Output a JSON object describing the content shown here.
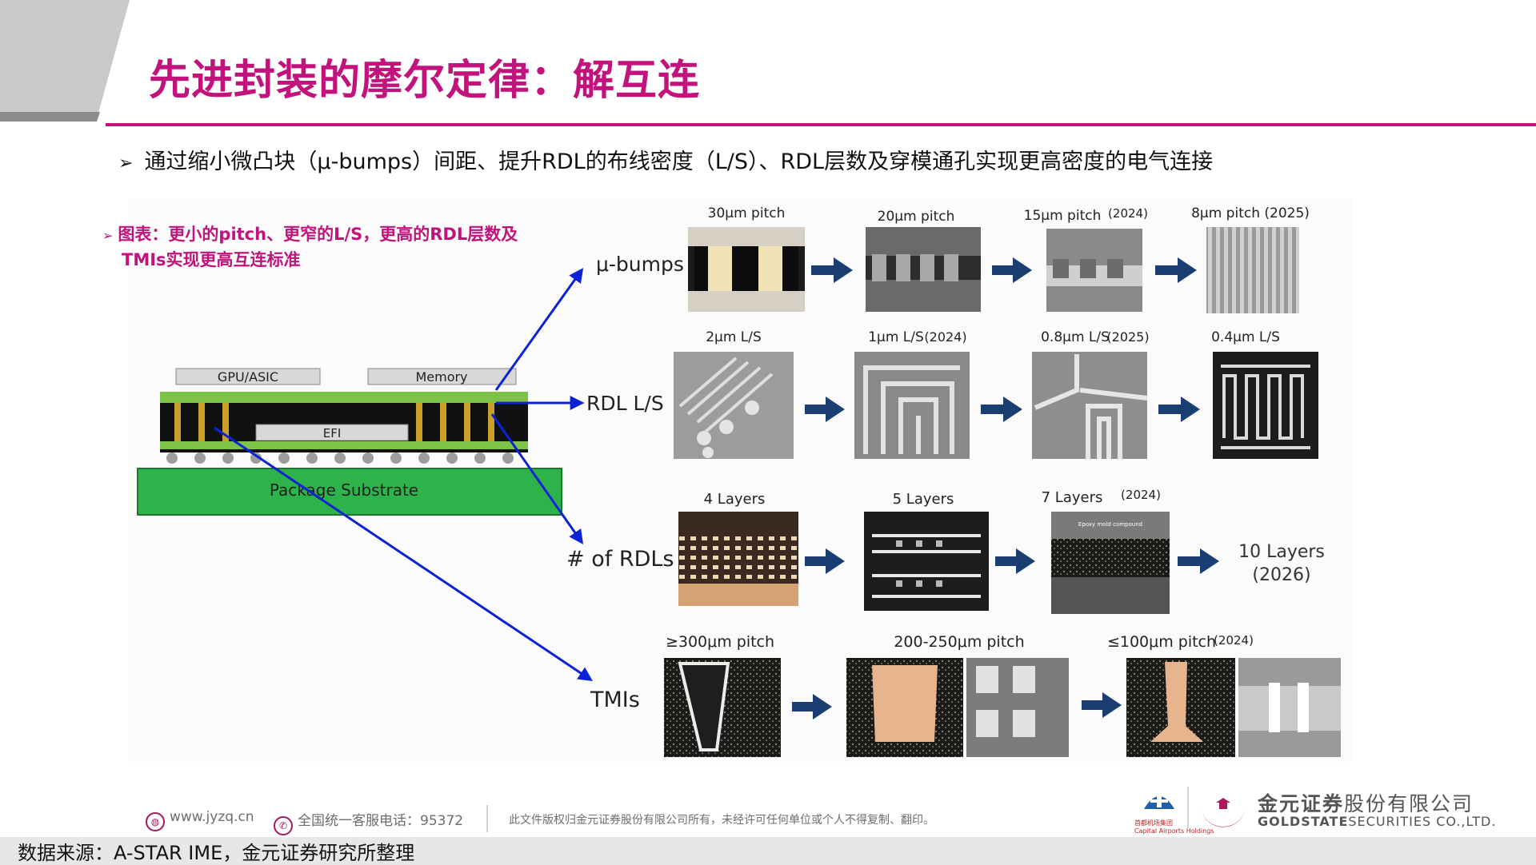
{
  "slide": {
    "title": "先进封装的摩尔定律：解互连",
    "bullet_marker": "➢",
    "bullet": "通过缩小微凸块（μ-bumps）间距、提升RDL的布线密度（L/S）、RDL层数及穿模通孔实现更高密度的电气连接",
    "accent_color": "#c2137c"
  },
  "figure": {
    "caption_marker": "➢",
    "caption_line1": "图表：更小的pitch、更窄的L/S，更高的RDL层数及",
    "caption_line2": "TMIs实现更高互连标准",
    "package": {
      "gpu": "GPU/ASIC",
      "memory": "Memory",
      "efi": "EFI",
      "substrate": "Package Substrate"
    },
    "rows": [
      {
        "name": "μ-bumps",
        "stages": [
          {
            "label": "30μm pitch",
            "year": ""
          },
          {
            "label": "20μm pitch",
            "year": ""
          },
          {
            "label": "15μm pitch",
            "year": "(2024)"
          },
          {
            "label": "8μm pitch (2025)",
            "year": ""
          }
        ]
      },
      {
        "name": "RDL L/S",
        "stages": [
          {
            "label": "2μm L/S",
            "year": ""
          },
          {
            "label": "1μm L/S",
            "year": "(2024)"
          },
          {
            "label": "0.8μm L/S",
            "year": "(2025)"
          },
          {
            "label": "0.4μm L/S",
            "year": ""
          }
        ]
      },
      {
        "name": "# of RDLs",
        "stages": [
          {
            "label": "4 Layers",
            "year": ""
          },
          {
            "label": "5 Layers",
            "year": ""
          },
          {
            "label": "7 Layers",
            "year": "(2024)"
          },
          {
            "label": "10 Layers",
            "year": "(2026)"
          }
        ],
        "epoxy_label": "Epoxy mold compound"
      },
      {
        "name": "TMIs",
        "stages": [
          {
            "label": "≥300μm pitch",
            "year": ""
          },
          {
            "label": "200-250μm pitch",
            "year": ""
          },
          {
            "label": "≤100μm pitch",
            "year": "(2024)"
          }
        ]
      }
    ]
  },
  "footer": {
    "website": "www.jyzq.cn",
    "hotline": "全国统一客服电话：95372",
    "copyright": "此文件版权归金元证券股份有限公司所有，未经许可任何单位或个人不得复制、翻印。",
    "parent_cn": "首都机场集团",
    "parent_en": "Capital Airports Holdings",
    "brand_cn_bold": "金元证券",
    "brand_cn_rest": "股份有限公司",
    "brand_en_bold": "GOLDSTATE",
    "brand_en_rest": "SECURITIES  CO.,LTD."
  },
  "source": "数据来源：A-STAR IME，金元证券研究所整理"
}
